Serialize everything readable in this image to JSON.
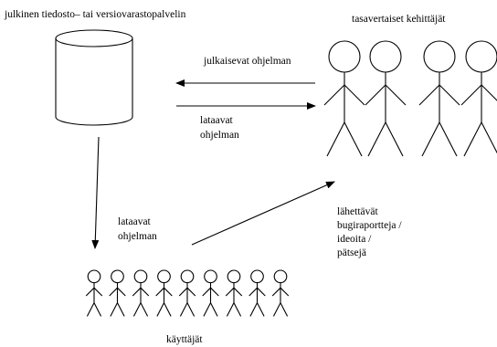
{
  "labels": {
    "server": "julkinen tiedosto– tai versiovarastopalvelin",
    "developers": "tasavertaiset kehittäjät",
    "publish": "julkaisevat ohjelman",
    "dev_download": [
      "lataavat",
      "ohjelman"
    ],
    "user_download": [
      "lataavat",
      "ohjelman"
    ],
    "feedback": [
      "lähettävät",
      "bugiraportteja /",
      "ideoita /",
      "pätsejä"
    ],
    "users": "käyttäjät"
  },
  "counts": {
    "developers": 4,
    "users": 9
  },
  "colors": {
    "ink": "#000000",
    "background": "#ffffff"
  }
}
